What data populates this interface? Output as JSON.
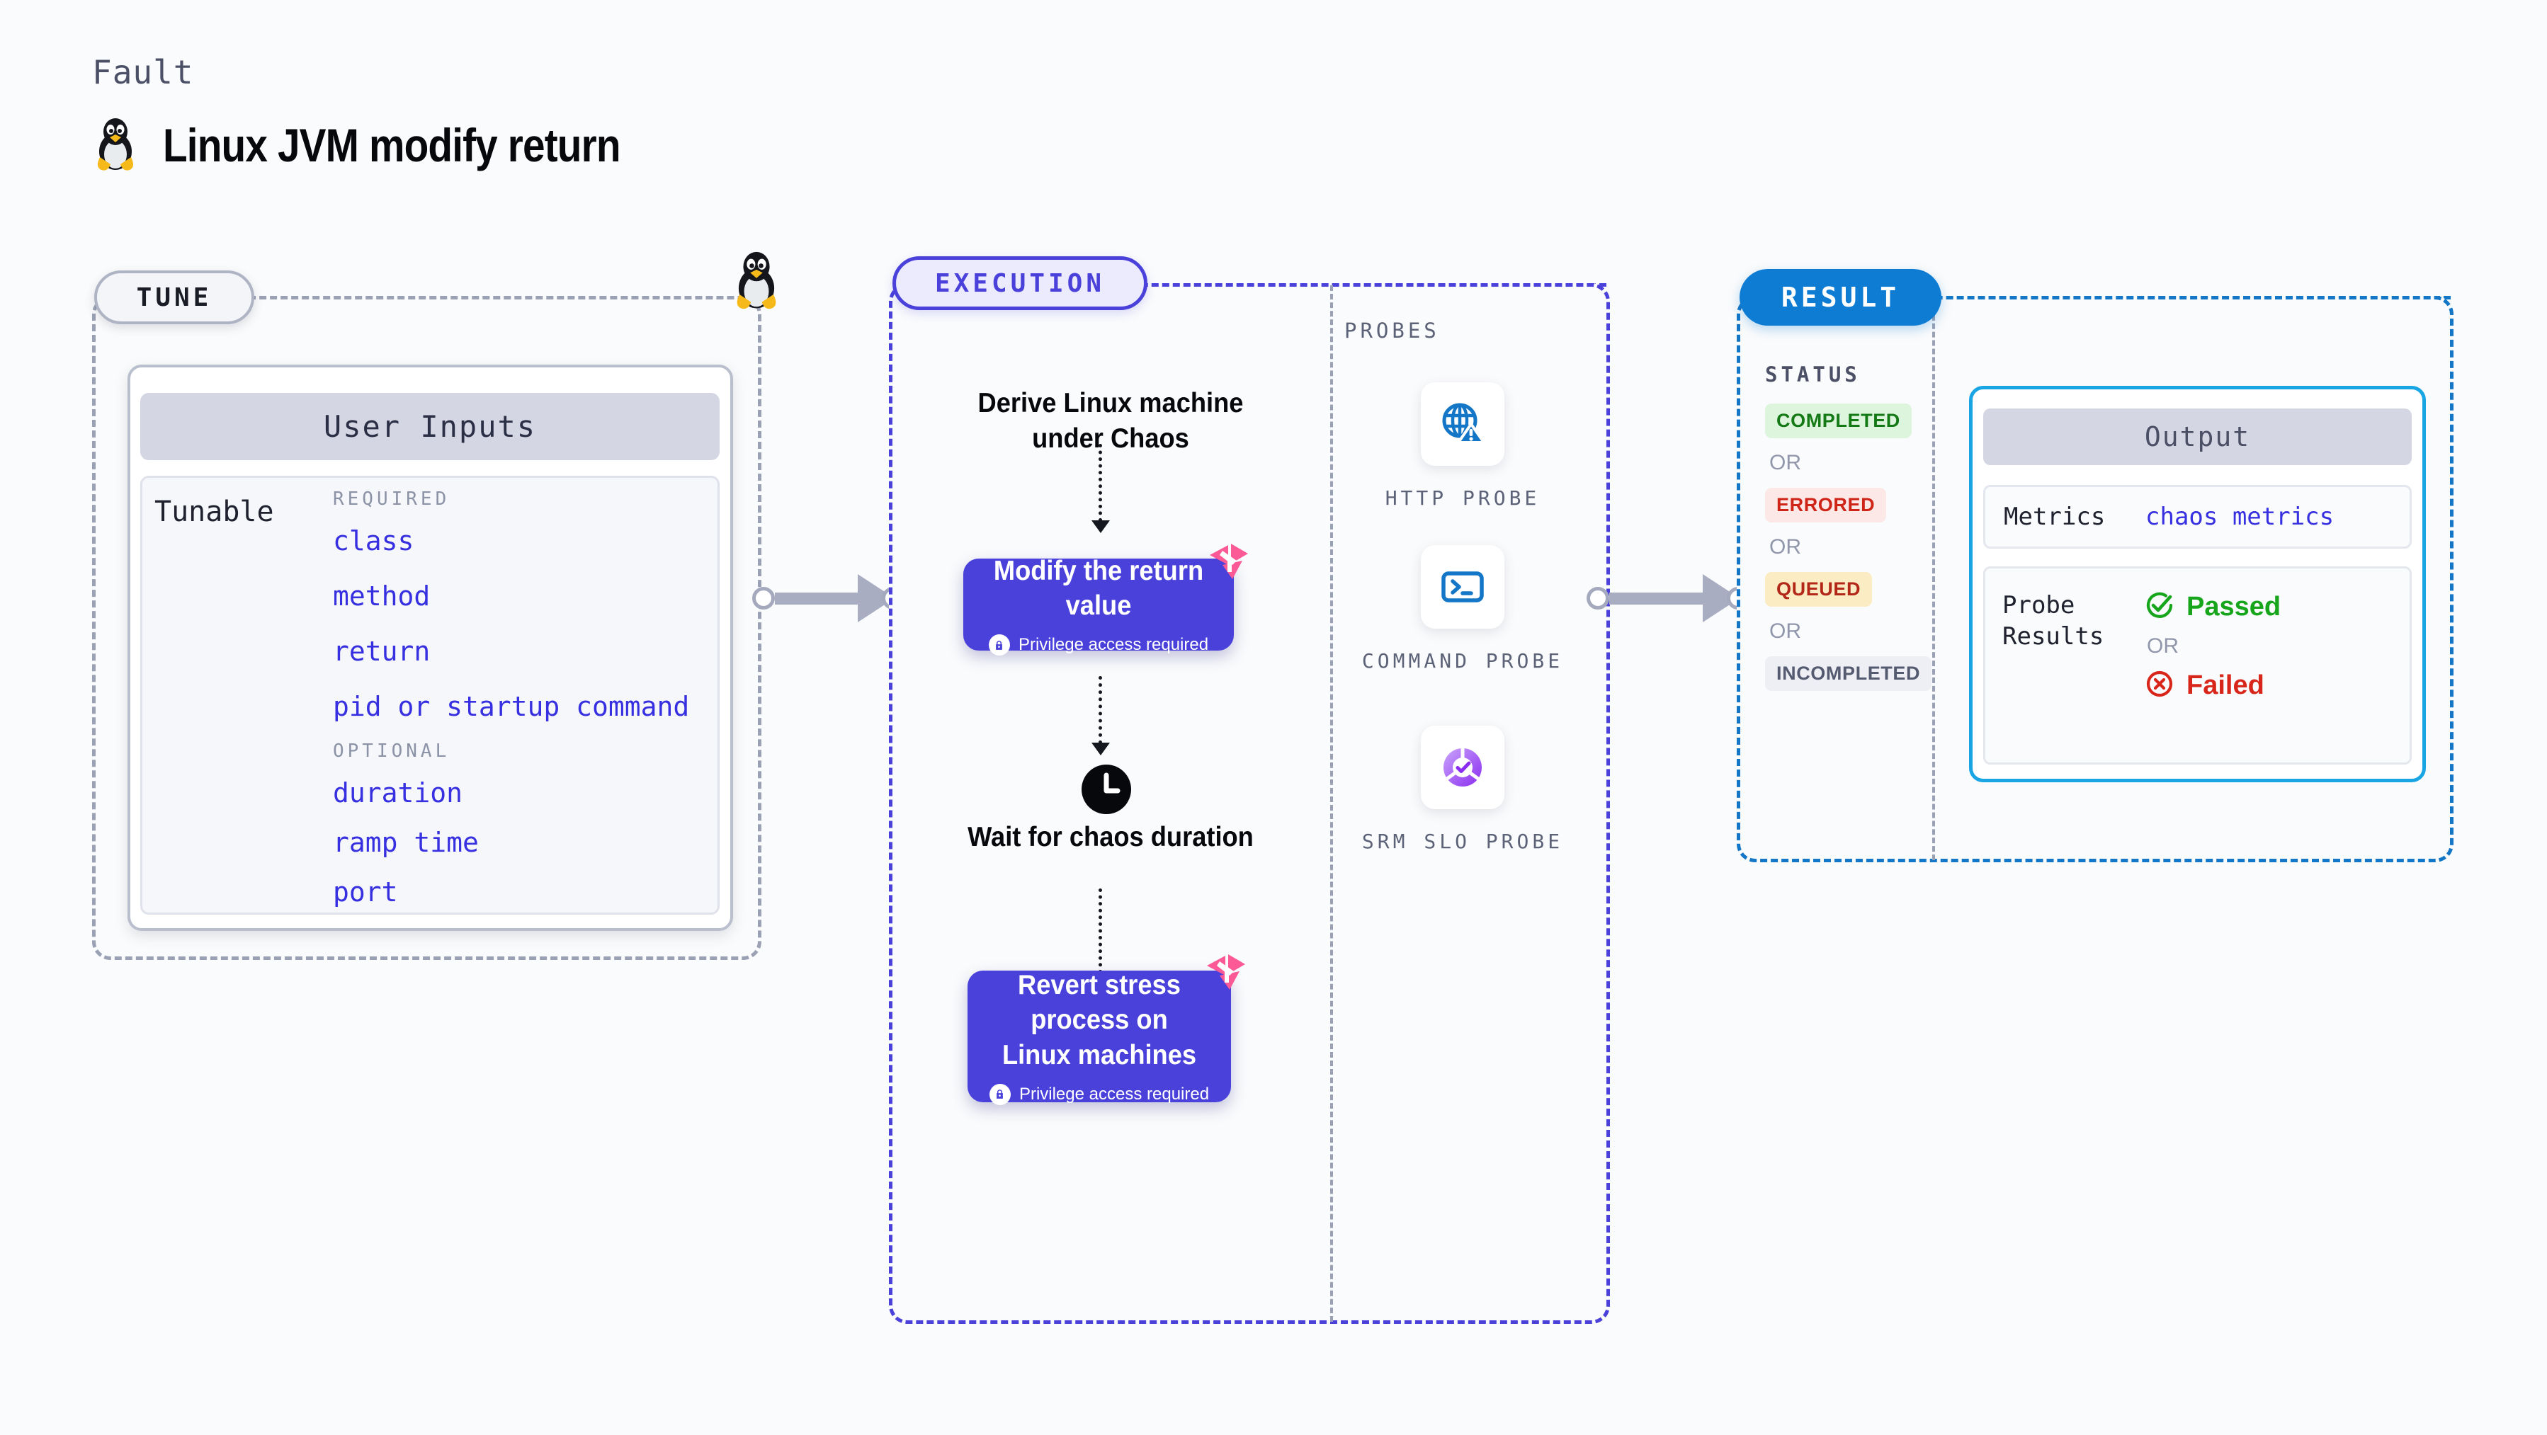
{
  "header": {
    "kicker": "Fault",
    "title": "Linux JVM modify return",
    "icon": "linux-penguin-icon"
  },
  "tune": {
    "pill_label": "TUNE",
    "card_header": "User Inputs",
    "tunable_label": "Tunable",
    "groups": [
      {
        "label": "REQUIRED",
        "items": [
          "class",
          "method",
          "return",
          "pid or startup command"
        ]
      },
      {
        "label": "OPTIONAL",
        "items": [
          "duration",
          "ramp time",
          "port"
        ]
      }
    ]
  },
  "execution": {
    "pill_label": "EXECUTION",
    "steps": [
      {
        "type": "text",
        "label": "Derive Linux machine under Chaos"
      },
      {
        "type": "card",
        "label": "Modify the return value",
        "privilege": "Privilege access required",
        "badge": "litmus-logo-icon"
      },
      {
        "type": "text",
        "label": "Wait for chaos duration",
        "icon": "clock-icon"
      },
      {
        "type": "card",
        "label": "Revert stress process on Linux machines",
        "privilege": "Privilege access required",
        "badge": "litmus-logo-icon"
      }
    ]
  },
  "probes": {
    "section_label": "PROBES",
    "items": [
      {
        "name": "HTTP  PROBE",
        "icon": "globe-warning-icon"
      },
      {
        "name": "COMMAND PROBE",
        "icon": "terminal-icon"
      },
      {
        "name": "SRM  SLO PROBE",
        "icon": "slo-donut-check-icon"
      }
    ]
  },
  "result": {
    "pill_label": "RESULT",
    "status_label": "STATUS",
    "or_label": "OR",
    "statuses": [
      {
        "label": "COMPLETED",
        "style": "badge-completed"
      },
      {
        "label": "ERRORED",
        "style": "badge-errored"
      },
      {
        "label": "QUEUED",
        "style": "badge-queued"
      },
      {
        "label": "INCOMPLETED",
        "style": "badge-incompleted"
      }
    ],
    "output": {
      "header": "Output",
      "metrics_label": "Metrics",
      "metrics_value": "chaos metrics",
      "probe_results_label": "Probe\nResults",
      "probe_results_label_line1": "Probe",
      "probe_results_label_line2": "Results",
      "passed_label": "Passed",
      "failed_label": "Failed",
      "or_label": "OR"
    }
  },
  "colors": {
    "purple": "#4a41db",
    "blue": "#0f7cd4",
    "cyan": "#19a5e4",
    "pink": "#fb5a96",
    "green": "#17a51b",
    "red": "#d8261a",
    "mono_blue": "#3730e0"
  }
}
